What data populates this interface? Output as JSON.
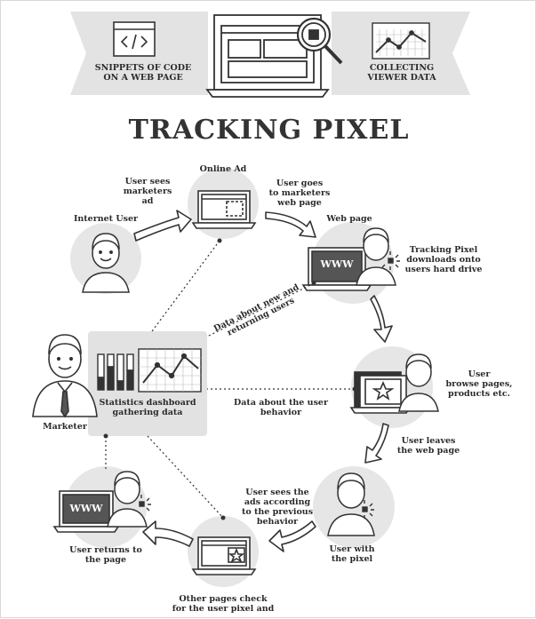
{
  "title": "TRACKING PIXEL",
  "header": {
    "left_label": "SNIPPETS OF CODE\nON A WEB PAGE",
    "right_label": "COLLECTING\nVIEWER DATA"
  },
  "labels": {
    "internet_user": "Internet User",
    "user_sees_ad": "User sees\nmarketers\nad",
    "online_ad": "Online Ad",
    "user_goes": "User goes\nto marketers\nweb page",
    "web_page": "Web page",
    "tracking_pixel": "Tracking Pixel\ndownloads onto\nusers hard drive",
    "data_new_returning": "Data about new and\nreturning users",
    "marketer": "Marketer",
    "stats_dashboard": "Statistics dashboard\ngathering data",
    "data_behavior": "Data about the user\nbehavior",
    "user_browse": "User\nbrowse pages,\nproducts etc.",
    "user_leaves": "User leaves\nthe web page",
    "user_sees_ads_prev": "User sees the\nads according\nto the previous\nbehavior",
    "user_with_pixel": "User with\nthe pixel",
    "user_returns": "User returns to\nthe page",
    "other_pages": "Other pages check\nfor the user pixel and",
    "www_text": "WWW"
  },
  "colors": {
    "circle_fill": "#e6e6e6",
    "dashboard_fill": "#e2e2e2",
    "banner_fill": "#e3e3e3",
    "stroke": "#333333",
    "text": "#2b2b2b"
  }
}
